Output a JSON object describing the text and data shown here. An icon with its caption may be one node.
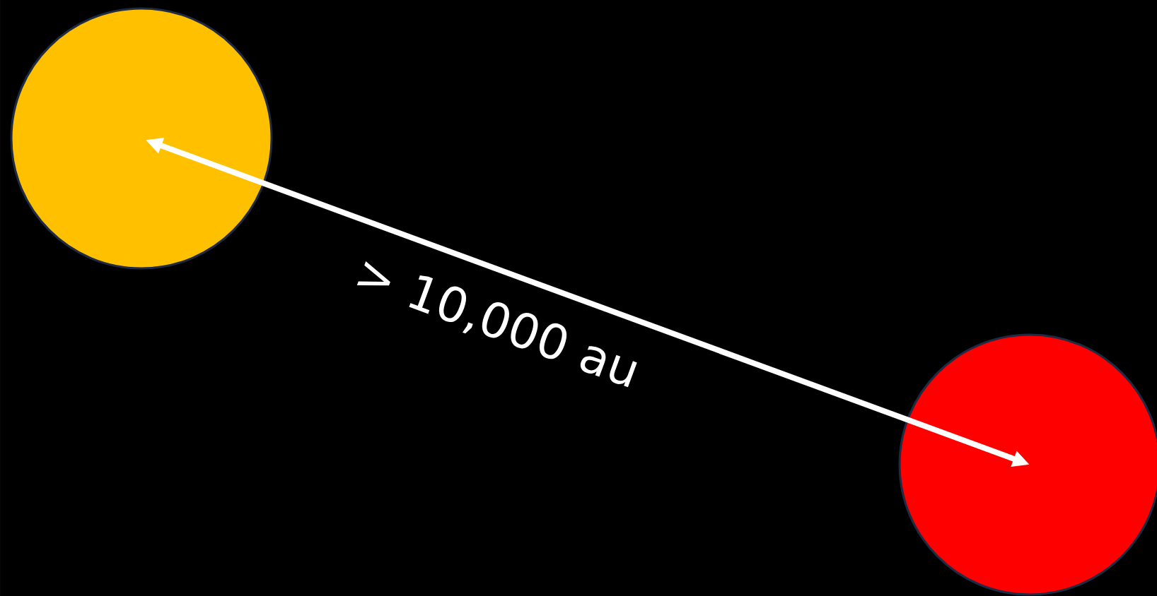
{
  "diagram": {
    "nodes": [
      {
        "text": [],
        "shape": "circle"
      },
      {
        "text": [],
        "shape": "circle"
      }
    ],
    "edges": [
      {
        "from": 0,
        "to": 1,
        "arrow": "both",
        "label": "> 10,000 au"
      }
    ]
  }
}
